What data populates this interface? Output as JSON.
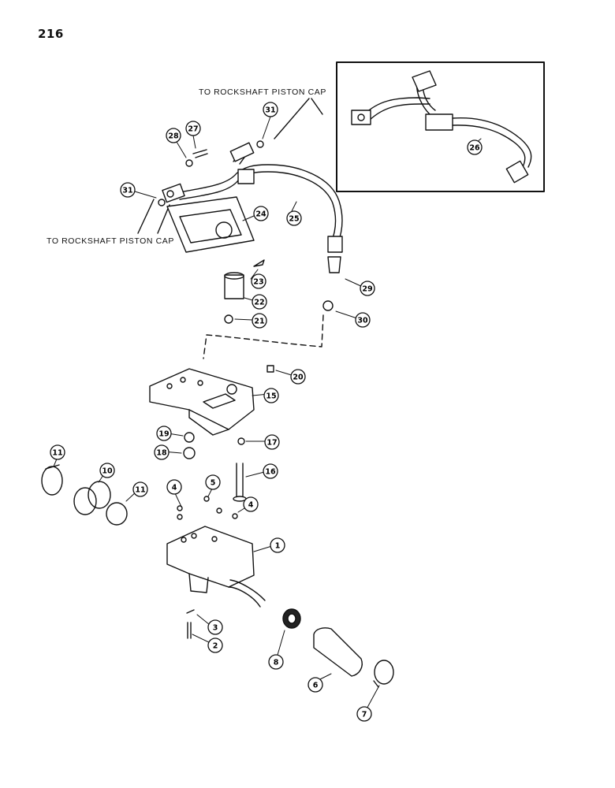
{
  "page": {
    "number": "216"
  },
  "callouts": {
    "top": "TO ROCKSHAFT PISTON CAP",
    "bottom": "TO ROCKSHAFT PISTON CAP"
  },
  "balloons": {
    "b1": "1",
    "b2": "2",
    "b3": "3",
    "b4a": "4",
    "b4b": "4",
    "b5": "5",
    "b6": "6",
    "b7": "7",
    "b8": "8",
    "b10": "10",
    "b11a": "11",
    "b11b": "11",
    "b15": "15",
    "b16": "16",
    "b17": "17",
    "b18": "18",
    "b19": "19",
    "b20": "20",
    "b21": "21",
    "b22": "22",
    "b23": "23",
    "b24": "24",
    "b25": "25",
    "b26": "26",
    "b27": "27",
    "b28": "28",
    "b29": "29",
    "b30": "30",
    "b31a": "31",
    "b31b": "31"
  }
}
